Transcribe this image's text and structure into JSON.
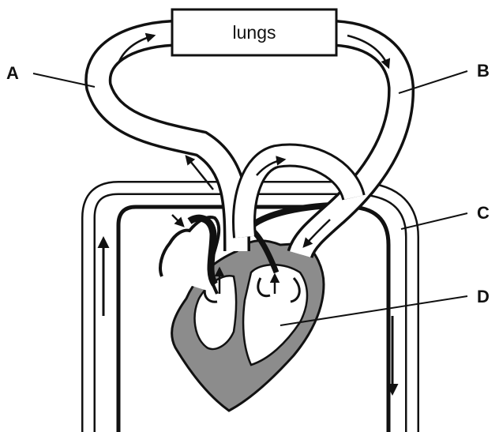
{
  "diagram": {
    "lungs_label": "lungs",
    "labels": {
      "a": "A",
      "b": "B",
      "c": "C",
      "d": "D"
    },
    "colors": {
      "outline": "#111111",
      "vessel_fill": "#ffffff",
      "heart_wall": "#8c8c8c",
      "background": "#ffffff"
    }
  }
}
